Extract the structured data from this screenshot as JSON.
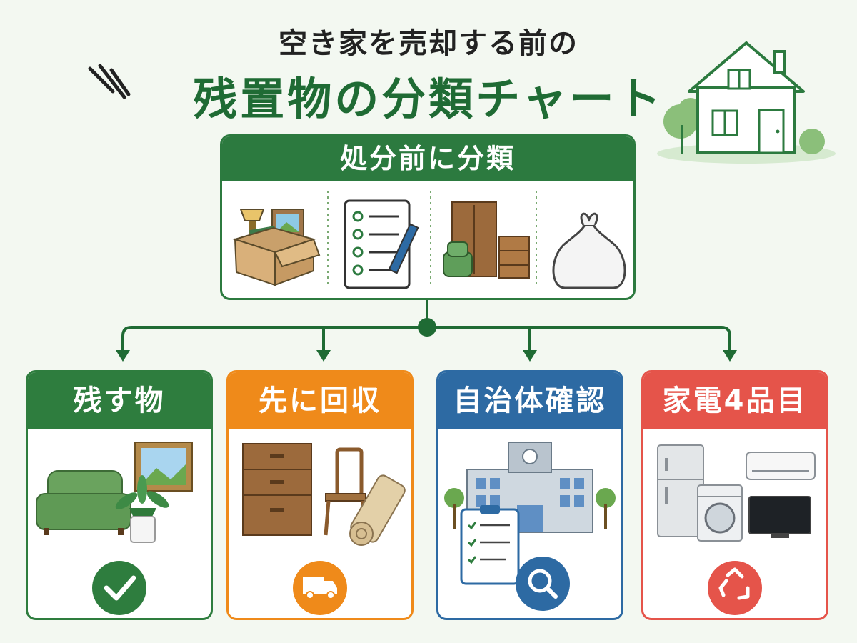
{
  "title": {
    "subtitle": "空き家を売却する前の",
    "main": "残置物の分類チャート"
  },
  "top": {
    "label": "処分前に分類",
    "icons": [
      "cardboard-box-icon",
      "checklist-icon",
      "furniture-icon",
      "trash-bag-icon"
    ]
  },
  "categories": [
    {
      "label": "残す物",
      "color": "#2e7d3e",
      "badge_icon": "checkmark-icon"
    },
    {
      "label": "先に回収",
      "color": "#ef8a1a",
      "badge_icon": "truck-icon"
    },
    {
      "label": "自治体確認",
      "color": "#2d6aa3",
      "badge_icon": "search-icon"
    },
    {
      "label": "家電4品目",
      "color": "#e5544a",
      "badge_icon": "recycle-icon"
    }
  ],
  "colors": {
    "accent_green": "#2c7a3f",
    "background": "#f3f8f1"
  }
}
